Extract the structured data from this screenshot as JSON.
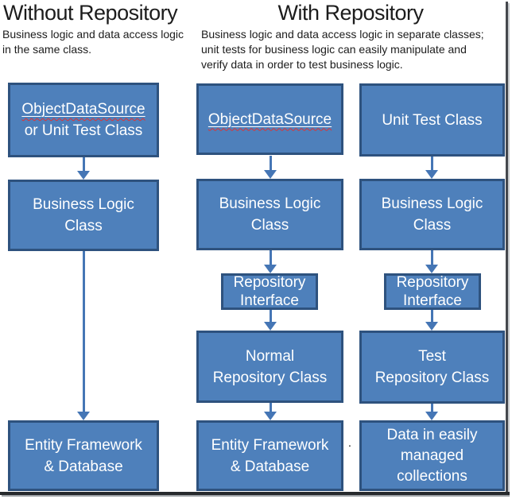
{
  "titles": {
    "left": "Without Repository",
    "right": "With Repository"
  },
  "descriptions": {
    "left": "Business logic and data access logic\nin the same class.",
    "right": "Business logic and data access logic in separate classes;\nunit tests for business logic can easily manipulate and\nverify data in order to test business logic."
  },
  "columns": {
    "without": {
      "source_box": {
        "line1": "ObjectDataSource",
        "line2": "or Unit Test Class"
      },
      "business_logic_box": "Business Logic\nClass",
      "data_box": "Entity Framework\n& Database"
    },
    "with_normal": {
      "source_box": {
        "line1": "ObjectDataSource"
      },
      "business_logic_box": "Business Logic\nClass",
      "repository_interface_box": "Repository\nInterface",
      "repository_box": "Normal\nRepository Class",
      "data_box": "Entity Framework\n& Database"
    },
    "with_test": {
      "source_box": "Unit Test Class",
      "business_logic_box": "Business Logic\nClass",
      "repository_interface_box": "Repository\nInterface",
      "repository_box": "Test\nRepository Class",
      "data_box": "Data in easily\nmanaged\ncollections"
    }
  },
  "stray_period": ".",
  "colors": {
    "box_fill": "#4e80bb",
    "box_border": "#2e527e",
    "arrow": "#4576b5",
    "text_on_box": "#ffffff",
    "title_text": "#1c1c1c",
    "spellcheck_underline": "#e03131",
    "frame_dark": "#26292c"
  }
}
